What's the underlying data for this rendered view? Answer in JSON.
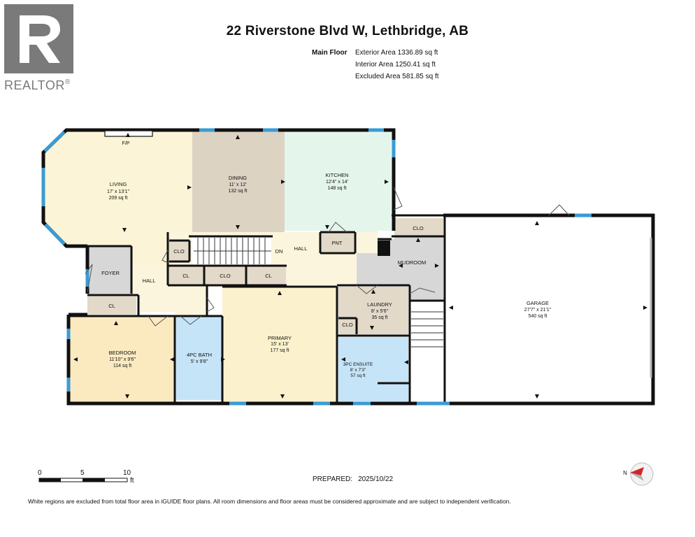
{
  "logo": {
    "text": "REALTOR",
    "mark": "®"
  },
  "title": "22 Riverstone Blvd W, Lethbridge, AB",
  "area_summary": {
    "floor": "Main Floor",
    "rows": [
      "Exterior Area 1336.89 sq ft",
      "Interior Area 1250.41 sq ft",
      "Excluded Area 581.85 sq ft"
    ]
  },
  "rooms": {
    "living": {
      "name": "LIVING",
      "dims": "17' x 13'1\"",
      "area": "209 sq ft"
    },
    "dining": {
      "name": "DINING",
      "dims": "11' x 12'",
      "area": "132 sq ft"
    },
    "kitchen": {
      "name": "KITCHEN",
      "dims": "12'4\" x 14'",
      "area": "148 sq ft"
    },
    "garage": {
      "name": "GARAGE",
      "dims": "27'7\" x 21'1\"",
      "area": "540 sq ft"
    },
    "bedroom": {
      "name": "BEDROOM",
      "dims": "11'10\" x 9'6\"",
      "area": "114 sq ft"
    },
    "bath4": {
      "name": "4PC BATH",
      "dims": "5' x 9'8\""
    },
    "primary": {
      "name": "PRIMARY",
      "dims": "15' x 13'",
      "area": "177 sq ft"
    },
    "laundry": {
      "name": "LAUNDRY",
      "dims": "8' x 5'6\"",
      "area": "35 sq ft"
    },
    "ensuite": {
      "name": "3PC ENSUITE",
      "dims": "8' x 7'3\"",
      "area": "57 sq ft"
    }
  },
  "labels": {
    "fp": "F/P",
    "foyer": "FOYER",
    "hall_left": "HALL",
    "hall_right": "HALL",
    "mudroom": "MUDROOM",
    "pnt": "PNT",
    "dn": "DN",
    "clo_stair": "CLO",
    "clo_garage": "CLO",
    "clo_laundry": "CLO",
    "cl_hall": "CL",
    "clo_hall": "CLO",
    "cl_hall2": "CL",
    "cl_bed": "CL"
  },
  "scale": {
    "ticks": [
      "0",
      "5",
      "10"
    ],
    "unit": "ft"
  },
  "prepared": {
    "label": "PREPARED:",
    "date": "2025/10/22"
  },
  "compass": {
    "label": "N"
  },
  "disclaimer": "White regions are excluded from total floor area in iGUIDE floor plans. All room dimensions and floor areas must be considered approximate and are subject to independent verification.",
  "colors": {
    "living": "#fbf4d6",
    "dining": "#ddd3c3",
    "kitchen": "#e4f6ec",
    "hall": "#fcf5dd",
    "bedroom": "#fbeac0",
    "bath": "#c6e4f7",
    "primary": "#fbf2cd",
    "laundry": "#e2d9c9",
    "mudroom": "#d7d7d7",
    "wall": "#111111",
    "window": "#3a9bd5"
  }
}
